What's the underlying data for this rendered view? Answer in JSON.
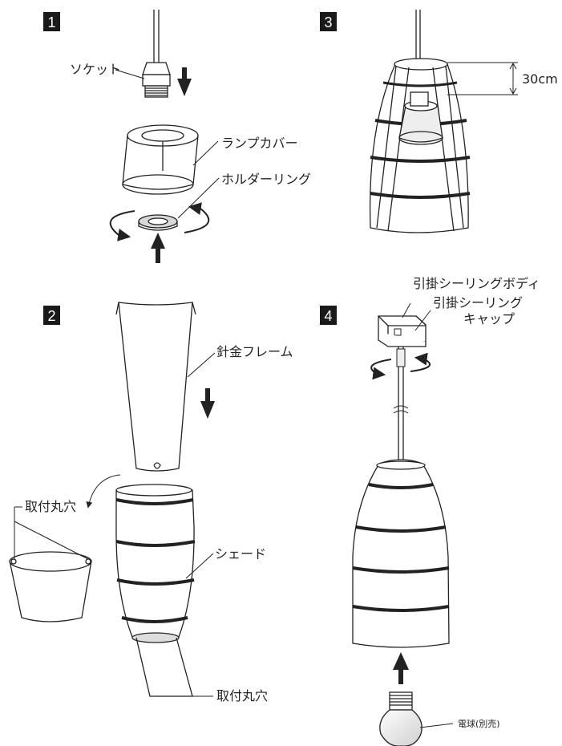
{
  "steps": [
    {
      "number": "1"
    },
    {
      "number": "3"
    },
    {
      "number": "2"
    },
    {
      "number": "4"
    }
  ],
  "labels": {
    "socket": "ソケット",
    "lamp_cover": "ランプカバー",
    "holder_ring": "ホルダーリング",
    "dimension": "30cm",
    "wire_frame": "針金フレーム",
    "mount_hole_left": "取付丸穴",
    "shade": "シェード",
    "mount_hole_bottom": "取付丸穴",
    "ceiling_body": "引掛シーリングボディ",
    "ceiling_cap_line1": "引掛シーリング",
    "ceiling_cap_line2": "キャップ",
    "bulb": "電球(別売)"
  },
  "colors": {
    "ink": "#222222",
    "step_box": "#1a1a1a",
    "shade_fill": "#cfcfcf",
    "inner_fill": "#ffffff"
  }
}
